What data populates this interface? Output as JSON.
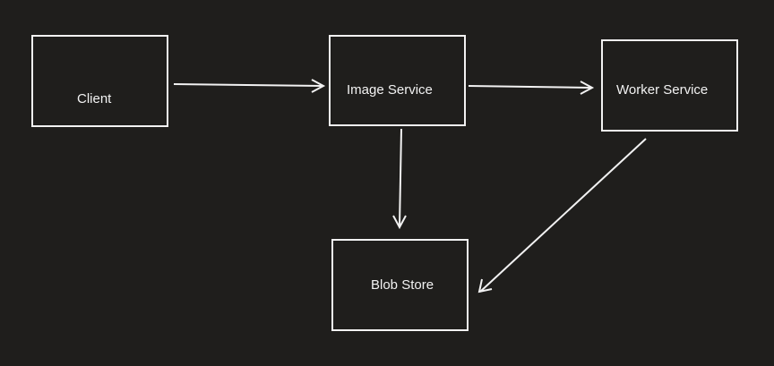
{
  "canvas": {
    "background": "#1f1e1c",
    "stroke_color": "#f2f2f2"
  },
  "nodes": [
    {
      "id": "client",
      "label": "Client"
    },
    {
      "id": "image-service",
      "label": "Image Service"
    },
    {
      "id": "worker-service",
      "label": "Worker Service"
    },
    {
      "id": "blob-store",
      "label": "Blob Store"
    }
  ],
  "edges": [
    {
      "from": "client",
      "to": "image-service"
    },
    {
      "from": "image-service",
      "to": "worker-service"
    },
    {
      "from": "image-service",
      "to": "blob-store"
    },
    {
      "from": "worker-service",
      "to": "blob-store"
    }
  ]
}
